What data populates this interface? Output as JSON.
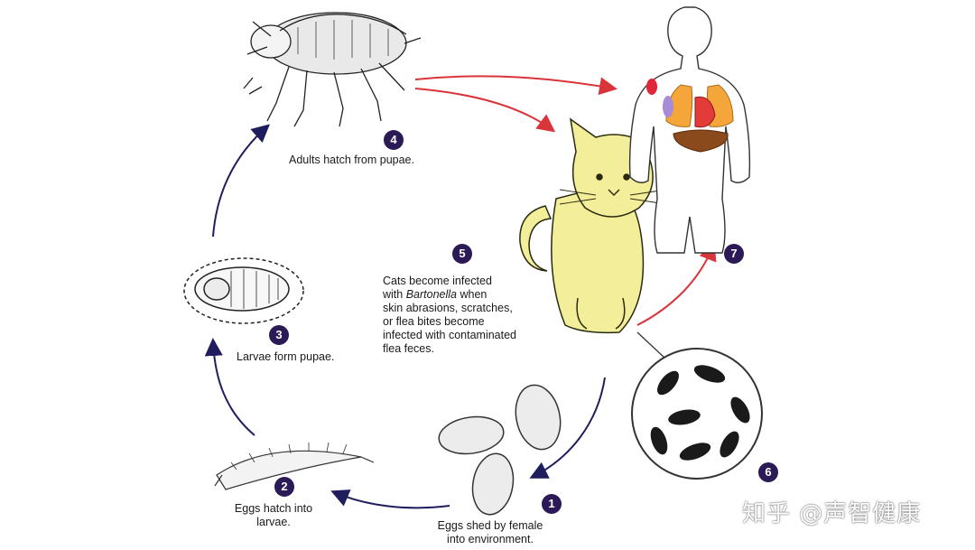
{
  "steps": [
    {
      "number": "1",
      "lines": [
        "Eggs shed by female",
        "into environment."
      ]
    },
    {
      "number": "2",
      "lines": [
        "Eggs hatch into",
        "larvae."
      ]
    },
    {
      "number": "3",
      "lines": [
        "Larvae form pupae."
      ]
    },
    {
      "number": "4",
      "lines": [
        "Adults hatch from pupae."
      ]
    },
    {
      "number": "5",
      "lines": [
        "Cats become infected",
        "with ",
        "Bartonella",
        " when",
        "skin abrasions, scratches,",
        "or flea bites become",
        "infected with contaminated",
        "flea feces."
      ]
    },
    {
      "number": "6"
    },
    {
      "number": "7"
    }
  ],
  "watermark": "知乎 @声智健康",
  "colors": {
    "cycle_arrow": "#1f1d5e",
    "infection_arrow": "#d9343a",
    "badge": "#2b1a55",
    "cat": "#f3ee9a",
    "bacteria": "#1a1a1a"
  }
}
